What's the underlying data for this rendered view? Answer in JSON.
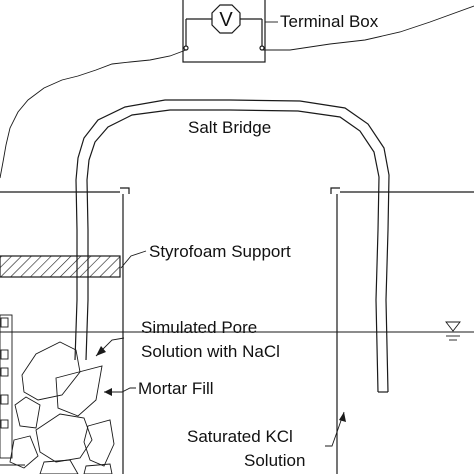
{
  "labels": {
    "meter_symbol": "V",
    "terminal_box": "Terminal Box",
    "salt_bridge": "Salt Bridge",
    "styrofoam_support": "Styrofoam Support",
    "pore_solution_line1": "Simulated Pore",
    "pore_solution_line2": "Solution with NaCl",
    "mortar_fill": "Mortar Fill",
    "kcl_line1": "Saturated KCl",
    "kcl_line2": "Solution"
  },
  "colors": {
    "line": "#1a1a1a",
    "background": "#ffffff"
  }
}
